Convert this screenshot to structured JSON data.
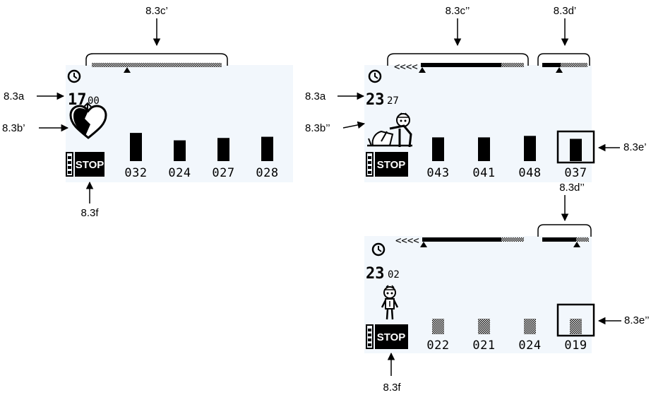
{
  "colors": {
    "screen": "#f2f7fc",
    "ink": "#000000",
    "paper": "#ffffff"
  },
  "labels": {
    "a": "8.3a",
    "b1": "8.3b’",
    "b2": "8.3b’’",
    "c1": "8.3c’",
    "c2": "8.3c’’",
    "d1": "8.3d’",
    "d2": "8.3d’’",
    "e1": "8.3e’",
    "e2": "8.3e’’",
    "f": "8.3f"
  },
  "panels": [
    {
      "id": "panel-1",
      "icon": "clock-icon",
      "time_big": "17",
      "time_small": "00",
      "figure_icon": "broken-heart-icon",
      "battery_icon": "battery-icon",
      "stop_label": "STOP",
      "bars": [
        {
          "value": "032",
          "level": 0.95,
          "style": "solid"
        },
        {
          "value": "024",
          "level": 0.7,
          "style": "solid"
        },
        {
          "value": "027",
          "level": 0.78,
          "style": "solid"
        },
        {
          "value": "028",
          "level": 0.82,
          "style": "solid"
        }
      ],
      "selected_bar": null
    },
    {
      "id": "panel-2",
      "icon": "clock-icon",
      "time_big": "23",
      "time_small": "27",
      "figure_icon": "crawling-baby-icon",
      "battery_icon": "battery-icon",
      "stop_label": "STOP",
      "bars": [
        {
          "value": "043",
          "level": 0.8,
          "style": "solid"
        },
        {
          "value": "041",
          "level": 0.8,
          "style": "solid"
        },
        {
          "value": "048",
          "level": 0.85,
          "style": "solid"
        },
        {
          "value": "037",
          "level": 0.75,
          "style": "solid"
        }
      ],
      "selected_bar": 3
    },
    {
      "id": "panel-3",
      "icon": "clock-icon",
      "time_big": "23",
      "time_small": "02",
      "figure_icon": "standing-child-icon",
      "battery_icon": "battery-icon",
      "stop_label": "STOP",
      "bars": [
        {
          "value": "022",
          "level": 0.55,
          "style": "dotted"
        },
        {
          "value": "021",
          "level": 0.55,
          "style": "dotted"
        },
        {
          "value": "024",
          "level": 0.55,
          "style": "dotted"
        },
        {
          "value": "019",
          "level": 0.55,
          "style": "dotted"
        }
      ],
      "selected_bar": 3
    }
  ]
}
